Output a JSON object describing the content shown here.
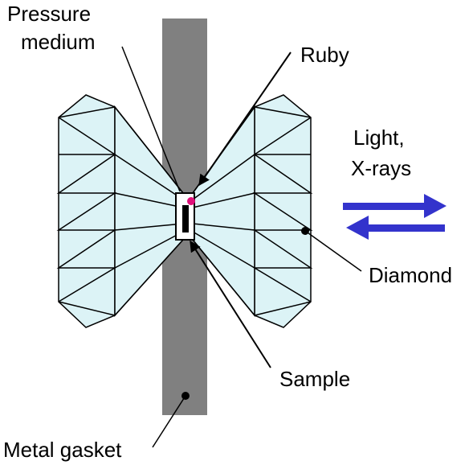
{
  "labels": {
    "pressure_medium": [
      "Pressure",
      "medium"
    ],
    "ruby": "Ruby",
    "light_xrays": [
      "Light,",
      "X-rays"
    ],
    "diamond": "Diamond",
    "sample": "Sample",
    "metal_gasket": "Metal gasket"
  },
  "colors": {
    "diamond_fill": "#dcf3f6",
    "gasket": "#808080",
    "arrow": "#3333cc",
    "ruby": "#e0107a",
    "lines": "#000000"
  },
  "icons": {
    "arrow_right": "arrow-right-icon",
    "arrow_left": "arrow-left-icon"
  }
}
